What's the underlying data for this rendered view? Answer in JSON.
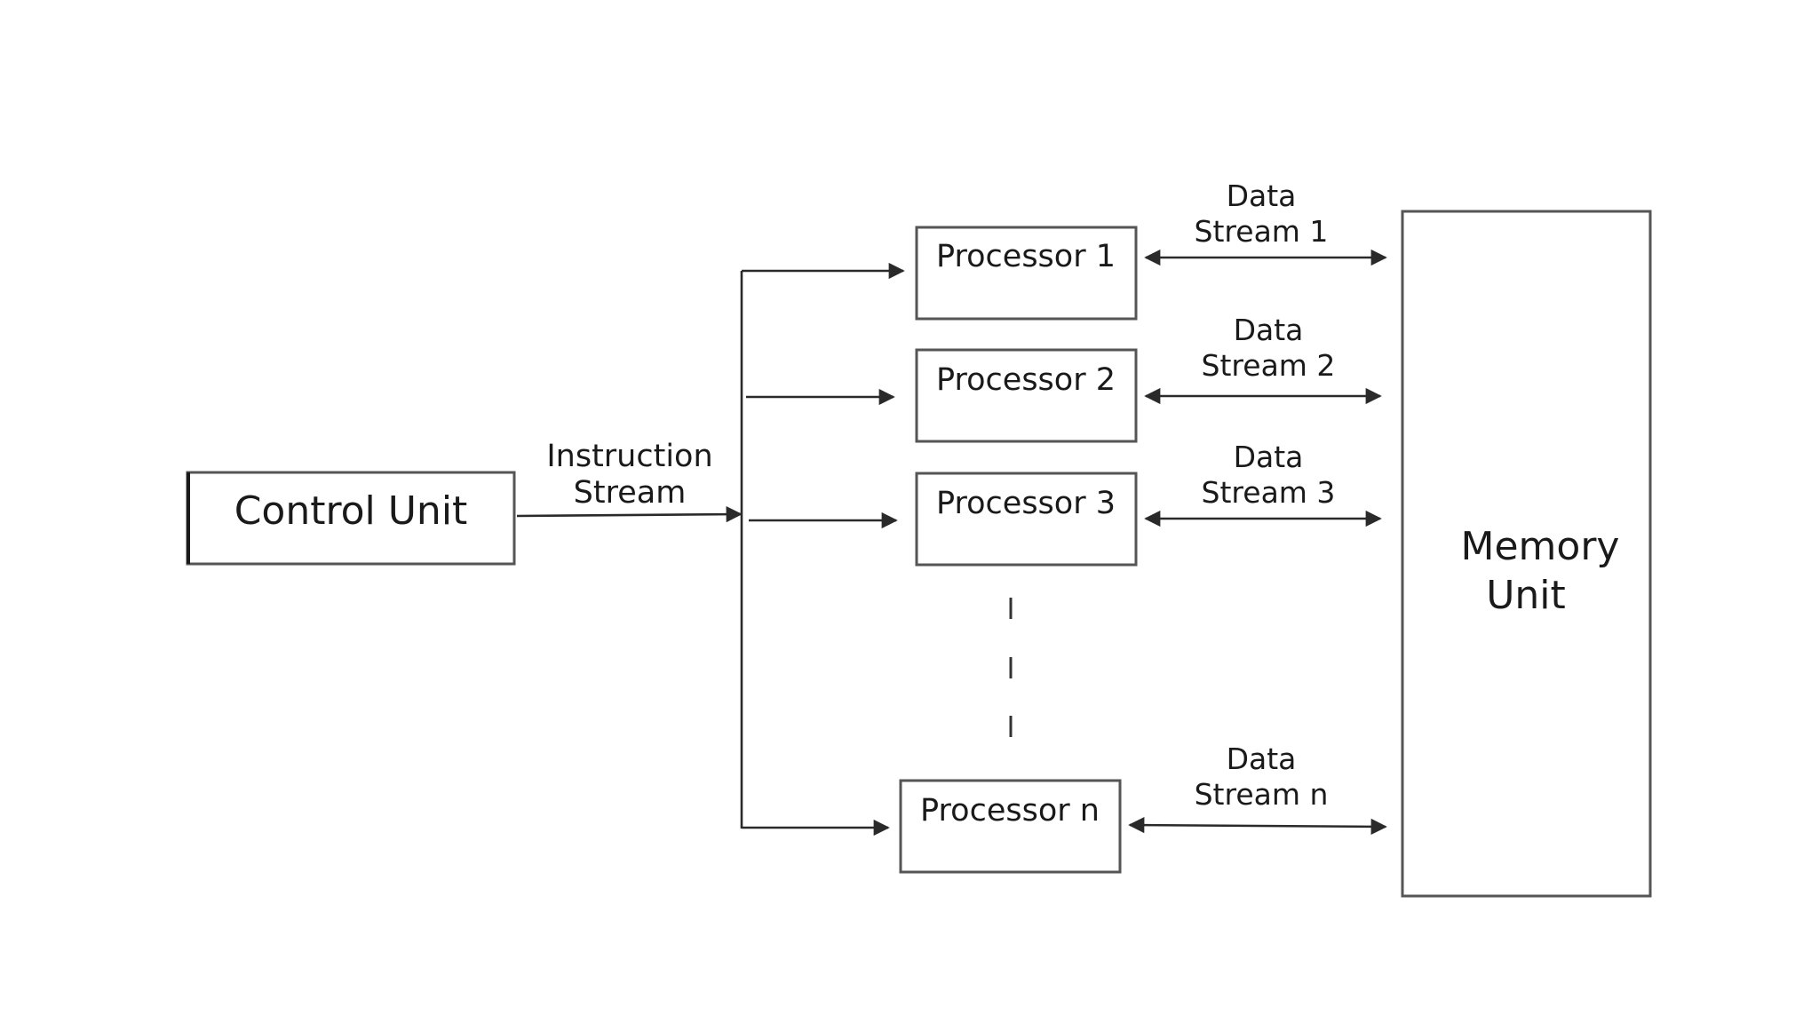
{
  "control_unit": {
    "label": "Control Unit"
  },
  "instruction_stream": {
    "line1": "Instruction",
    "line2": "Stream"
  },
  "processors": [
    {
      "label": "Processor 1",
      "stream_line1": "Data",
      "stream_line2": "Stream 1"
    },
    {
      "label": "Processor 2",
      "stream_line1": "Data",
      "stream_line2": "Stream 2"
    },
    {
      "label": "Processor 3",
      "stream_line1": "Data",
      "stream_line2": "Stream 3"
    },
    {
      "label": "Processor n",
      "stream_line1": "Data",
      "stream_line2": "Stream n"
    }
  ],
  "memory_unit": {
    "line1": "Memory",
    "line2": "Unit"
  },
  "colors": {
    "box_stroke": "#555555",
    "line": "#2a2a2a",
    "text": "#1a1a1a",
    "background": "#ffffff"
  }
}
